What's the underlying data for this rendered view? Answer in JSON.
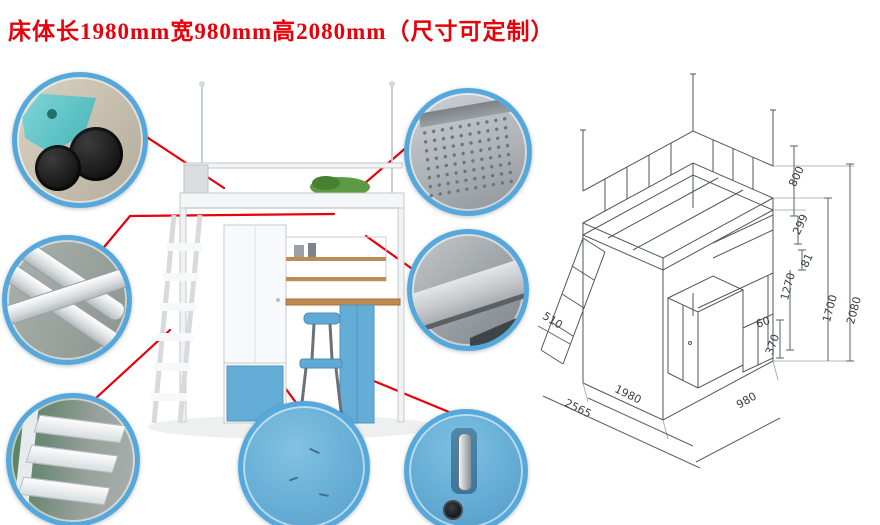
{
  "title": "床体长1980mm宽980mm高2080mm（尺寸可定制）",
  "colors": {
    "accent_red": "#e8000a",
    "circle_border": "#55a8dc",
    "panel_blue": "#63add7",
    "teal_connector": "#5ec9cb",
    "wood": "#c08a50",
    "frame_white": "#f4f6f7"
  },
  "callouts": [
    {
      "name": "foot-pad-detail"
    },
    {
      "name": "steel-tube-frame-detail"
    },
    {
      "name": "ladder-step-detail"
    },
    {
      "name": "perforated-panel-detail"
    },
    {
      "name": "beam-bracket-detail"
    },
    {
      "name": "blue-panel-detail"
    },
    {
      "name": "door-handle-lock-detail"
    }
  ],
  "diagram": {
    "dims": [
      "800",
      "299",
      "81",
      "1270",
      "1700",
      "2080",
      "60",
      "370",
      "510",
      "1980",
      "2565",
      "980"
    ]
  }
}
